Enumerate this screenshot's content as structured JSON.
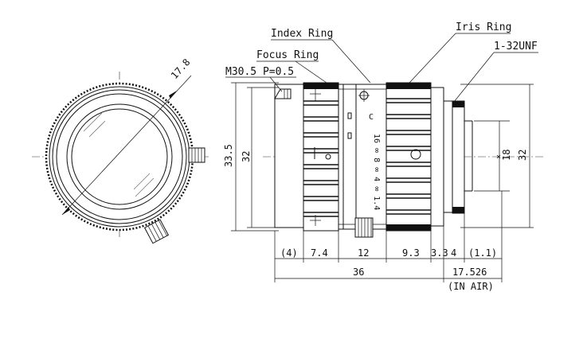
{
  "labels": {
    "index_ring": "Index Ring",
    "iris_ring": "Iris Ring",
    "focus_ring": "Focus Ring",
    "thread": "M30.5 P=0.5",
    "mount": "1-32UNF",
    "in_air": "(IN AIR)"
  },
  "barrel_text": {
    "c_mark": "C",
    "f_scale": "16 ∞ 8 ∞ 4 ∞ 1.4"
  },
  "dimensions": {
    "front_angle": "17.8",
    "outer_dia": "33.5",
    "inner_dia": "32",
    "image_circle": "18",
    "mount_dia": "32",
    "len_4": "(4)",
    "len_7_4": "7.4",
    "len_12": "12",
    "len_9_3": "9.3",
    "len_3_3": "3.3",
    "len_mount": "4",
    "len_1_1": "(1.1)",
    "total": "36",
    "back_focus": "17.526"
  }
}
